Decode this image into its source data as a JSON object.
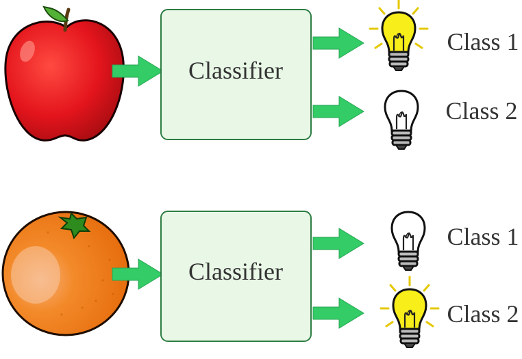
{
  "rows": [
    {
      "input": "apple-icon",
      "classifier_label": "Classifier",
      "outputs": [
        {
          "label": "Class 1",
          "active": true
        },
        {
          "label": "Class 2",
          "active": false
        }
      ]
    },
    {
      "input": "orange-icon",
      "classifier_label": "Classifier",
      "outputs": [
        {
          "label": "Class 1",
          "active": false
        },
        {
          "label": "Class 2",
          "active": true
        }
      ]
    }
  ],
  "colors": {
    "arrow": "#33cc66",
    "classifier_fill": "#e8f7e6",
    "classifier_stroke": "#2f7d44",
    "bulb_on": "#f7ee1a",
    "bulb_off": "#ffffff",
    "apple": "#e3141c",
    "orange": "#f07c14"
  }
}
